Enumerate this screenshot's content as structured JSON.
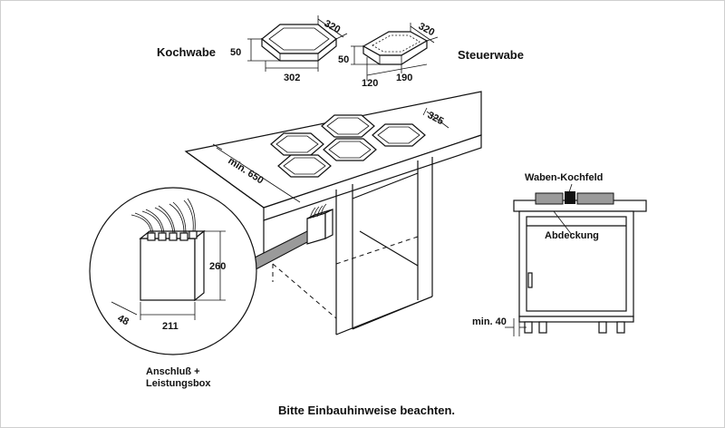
{
  "labels": {
    "kochwabe": "Kochwabe",
    "steuerwabe": "Steuerwabe",
    "waben_kochfeld": "Waben-Kochfeld",
    "abdeckung": "Abdeckung",
    "anschluss_line1": "Anschluß +",
    "anschluss_line2": "Leistungsbox",
    "footer": "Bitte Einbauhinweise beachten."
  },
  "dimensions": {
    "kochwabe_width": "320",
    "kochwabe_height": "50",
    "kochwabe_depth": "302",
    "steuerwabe_width": "320",
    "steuerwabe_height": "50",
    "steuerwabe_offset": "120",
    "steuerwabe_depth": "190",
    "cooktop_width": "325",
    "cutout_min": "min. 650",
    "box_height": "260",
    "box_depth": "48",
    "box_width": "211",
    "side_min": "min. 40"
  }
}
